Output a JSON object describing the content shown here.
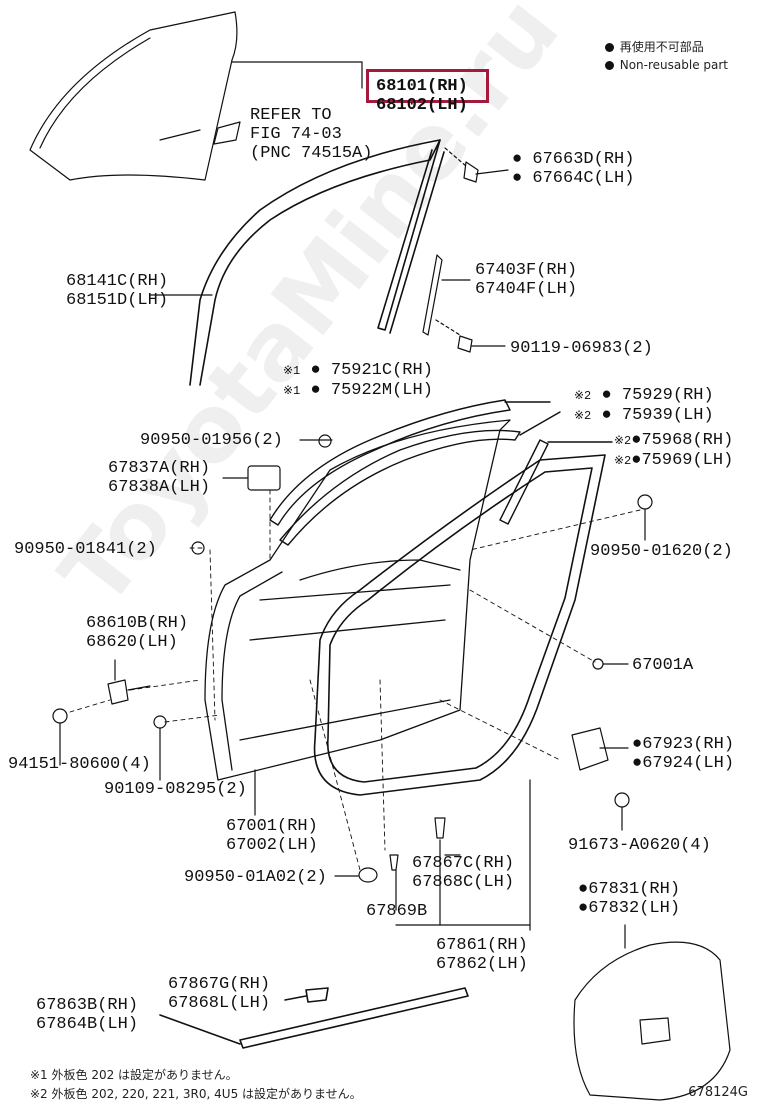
{
  "legend": {
    "reusable_ja": "再使用不可部品",
    "reusable_en": "Non-reusable part"
  },
  "highlight_part": "68101(RH)",
  "labels": {
    "glass_rh": "68101(RH)",
    "glass_lh": "68102(LH)",
    "refer_1": "REFER TO",
    "refer_2": "FIG 74-03",
    "refer_3": "(PNC 74515A)",
    "clip_a_rh": "67663D(RH)",
    "clip_a_lh": "67664C(LH)",
    "run_rh": "68141C(RH)",
    "run_lh": "68151D(LH)",
    "weather_rh": "67403F(RH)",
    "weather_lh": "67404F(LH)",
    "bolt_a": "90119-06983(2)",
    "mould_a_rh": "75921C(RH)",
    "mould_a_lh": "75922M(LH)",
    "mould_b_rh": "75929(RH)",
    "mould_b_lh": "75939(LH)",
    "clip_b": "90950-01956(2)",
    "mould_c_rh": "75968(RH)",
    "mould_c_lh": "75969(LH)",
    "stopper_rh": "67837A(RH)",
    "stopper_lh": "67838A(LH)",
    "clip_c": "90950-01841(2)",
    "clip_d": "90950-01620(2)",
    "check_rh": "68610B(RH)",
    "check_lh": "68620(LH)",
    "panel": "67001A",
    "nut": "94151-80600(4)",
    "cover_rh": "67923(RH)",
    "cover_lh": "67924(LH)",
    "bolt_b": "90109-08295(2)",
    "door_rh": "67001(RH)",
    "door_lh": "67002(LH)",
    "screw": "91673-A0620(4)",
    "strip_rh": "67867C(RH)",
    "strip_lh": "67868C(LH)",
    "hole_plug": "90950-01A02(2)",
    "clip_e": "67869B",
    "film_rh": "67831(RH)",
    "film_lh": "67832(LH)",
    "seal_rh": "67861(RH)",
    "seal_lh": "67862(LH)",
    "lower_rh": "67867G(RH)",
    "lower_lh": "67868L(LH)",
    "belt_rh": "67863B(RH)",
    "belt_lh": "67864B(LH)",
    "note_mark_1": "※1",
    "note_mark_2": "※2"
  },
  "notes": {
    "note_1": "※1 外板色 202 は設定がありません。",
    "note_2": "※2 外板色 202, 220, 221, 3R0, 4U5 は設定がありません。"
  },
  "figure_number": "678124G",
  "watermark": "ToyotaMine.ru",
  "colors": {
    "highlight": "#a41a3c",
    "line": "#111111"
  }
}
